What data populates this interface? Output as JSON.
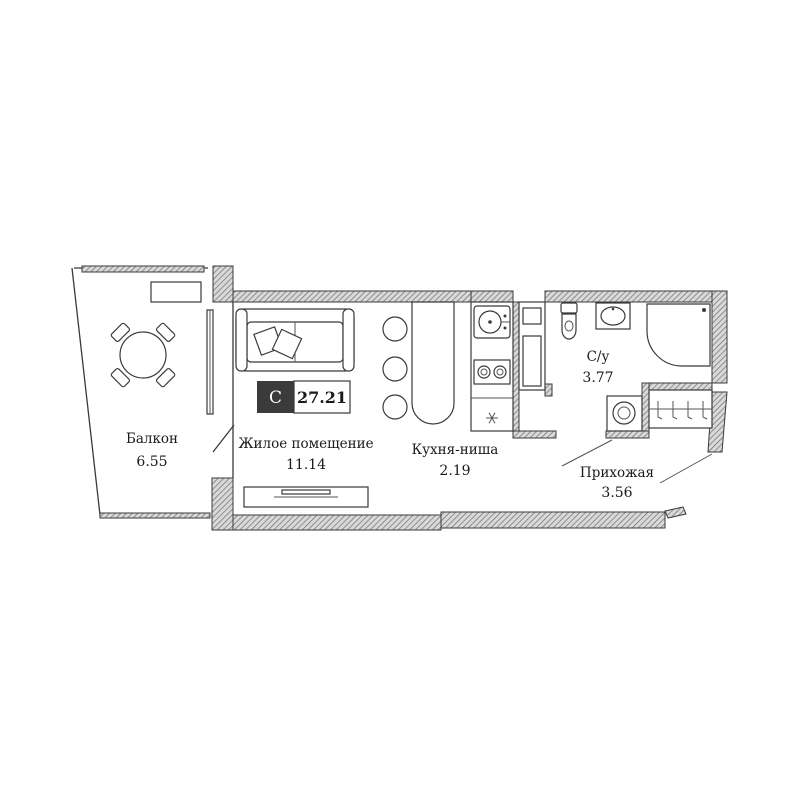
{
  "badge": {
    "type": "C",
    "total_area": "27.21"
  },
  "rooms": [
    {
      "name": "Балкон",
      "area": "6.55"
    },
    {
      "name": "Жилое помещение",
      "area": "11.14"
    },
    {
      "name": "Кухня-ниша",
      "area": "2.19"
    },
    {
      "name": "С/у",
      "area": "3.77"
    },
    {
      "name": "Прихожая",
      "area": "3.56"
    }
  ],
  "colors": {
    "wall_hatch": "#8a8a8a",
    "badge_dark": "#3b3b3b",
    "line": "#3a3a3a"
  },
  "icons": [
    "snowflake-icon"
  ]
}
